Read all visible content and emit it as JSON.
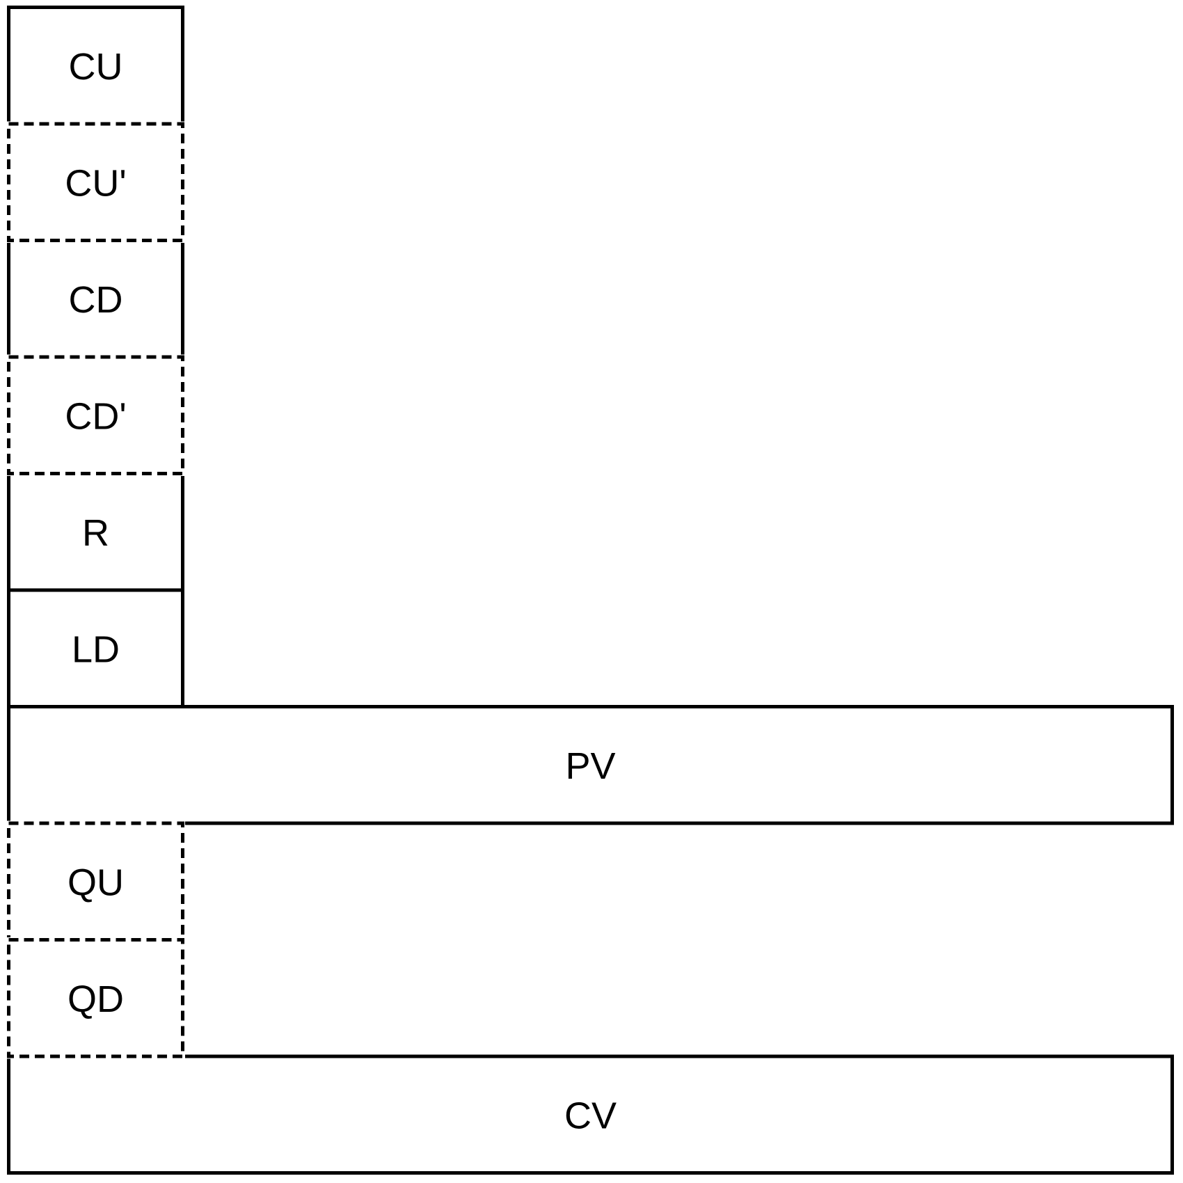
{
  "diagram": {
    "background_color": "#ffffff",
    "line_color": "#000000",
    "description": "Stacked block diagram of labeled rectangular segments; solid-bordered and dashed-bordered blocks in a left column plus two full-width bars",
    "boxes": [
      {
        "label": "CU",
        "border": "solid",
        "width_type": "column"
      },
      {
        "label": "CU'",
        "border": "dashed",
        "width_type": "column"
      },
      {
        "label": "CD",
        "border": "solid",
        "width_type": "column"
      },
      {
        "label": "CD'",
        "border": "dashed",
        "width_type": "column"
      },
      {
        "label": "R",
        "border": "solid",
        "width_type": "column"
      },
      {
        "label": "LD",
        "border": "solid",
        "width_type": "column"
      },
      {
        "label": "PV",
        "border": "solid",
        "width_type": "wide"
      },
      {
        "label": "QU",
        "border": "dashed",
        "width_type": "column"
      },
      {
        "label": "QD",
        "border": "dashed",
        "width_type": "column"
      },
      {
        "label": "CV",
        "border": "solid",
        "width_type": "wide"
      }
    ]
  }
}
